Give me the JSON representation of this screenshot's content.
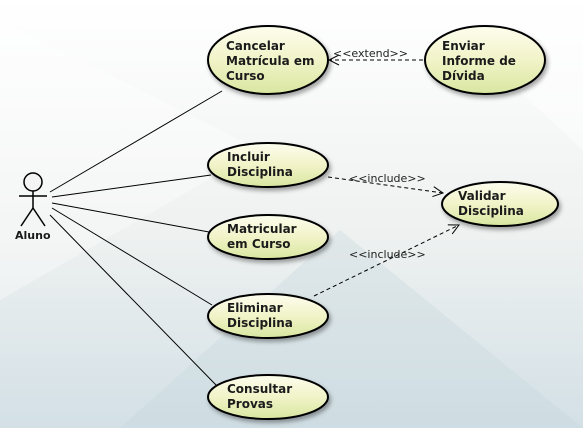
{
  "diagram": {
    "actor": {
      "label": "Aluno"
    },
    "use_cases": {
      "cancelar": {
        "lines": [
          "Cancelar",
          "Matrícula em",
          "Curso"
        ]
      },
      "enviar": {
        "lines": [
          "Enviar",
          "Informe de",
          "Dívida"
        ]
      },
      "incluir": {
        "lines": [
          "Incluir",
          "Disciplina"
        ]
      },
      "validar": {
        "lines": [
          "Validar",
          "Disciplina"
        ]
      },
      "matricular": {
        "lines": [
          "Matricular",
          "em Curso"
        ]
      },
      "eliminar": {
        "lines": [
          "Eliminar",
          "Disciplina"
        ]
      },
      "consultar": {
        "lines": [
          "Consultar",
          "Provas"
        ]
      }
    },
    "relations": {
      "extend": {
        "label": "<<extend>>"
      },
      "include_incluir": {
        "label": "<<include>>"
      },
      "include_eliminar": {
        "label": "<<include>>"
      }
    },
    "colors": {
      "usecase_fill_top": "#fbfbe6",
      "usecase_fill_bottom": "#dde9a8",
      "usecase_stroke": "#000000",
      "line": "#000000",
      "background_top": "#ffffff",
      "background_bottom": "#d5e2e7"
    }
  }
}
